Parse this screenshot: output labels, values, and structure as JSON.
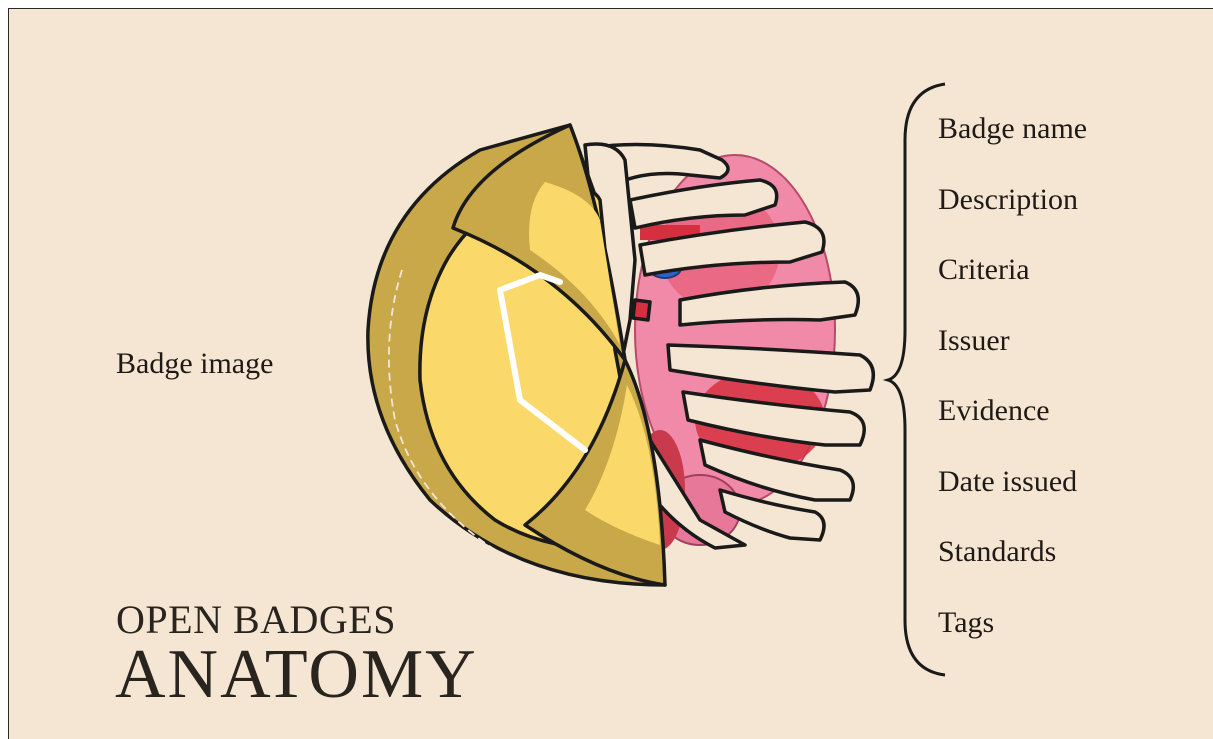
{
  "diagram": {
    "left_label": "Badge image",
    "attributes": [
      "Badge name",
      "Description",
      "Criteria",
      "Issuer",
      "Evidence",
      "Date issued",
      "Standards",
      "Tags"
    ],
    "title_line1": "OPEN BADGES",
    "title_line2": "ANATOMY"
  },
  "colors": {
    "background": "#f4e6d2",
    "badge_outer": "#c9a84a",
    "badge_inner": "#fad86a",
    "bone": "#f4e6d2",
    "organ_pink": "#f08aa8",
    "organ_red": "#d63040",
    "vessel_blue": "#2e62c8"
  }
}
